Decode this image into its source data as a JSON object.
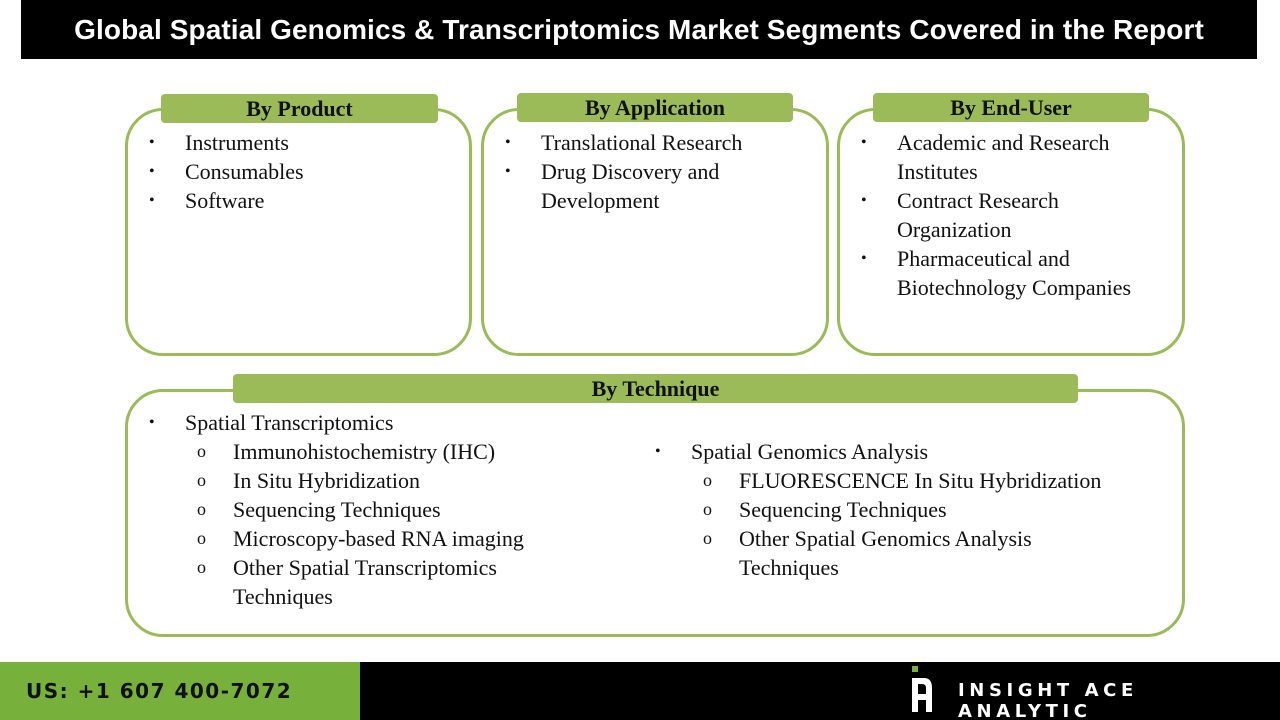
{
  "title": "Global Spatial Genomics & Transcriptomics Market Segments Covered in the Report",
  "colors": {
    "accent_green": "#9bbb59",
    "footer_green": "#77b03a",
    "title_bg": "#000000",
    "logo_dot": "#77b03a"
  },
  "segments": {
    "product": {
      "header": "By Product",
      "items": [
        "Instruments",
        "Consumables",
        "Software"
      ]
    },
    "application": {
      "header": "By Application",
      "items": [
        "Translational Research",
        "Drug Discovery and Development"
      ]
    },
    "end_user": {
      "header": "By End-User",
      "items": [
        "Academic and Research Institutes",
        "Contract Research Organization",
        "Pharmaceutical and Biotechnology Companies"
      ]
    },
    "technique": {
      "header": "By Technique",
      "groups": [
        {
          "label": "Spatial Transcriptomics",
          "items": [
            "Immunohistochemistry (IHC)",
            "In Situ Hybridization",
            "Sequencing Techniques",
            "Microscopy-based RNA imaging",
            "Other Spatial Transcriptomics Techniques"
          ]
        },
        {
          "label": "Spatial Genomics Analysis",
          "items": [
            "FLUORESCENCE In Situ Hybridization",
            "Sequencing Techniques",
            "Other Spatial Genomics Analysis Techniques"
          ]
        }
      ]
    }
  },
  "bullets": {
    "primary": "•",
    "secondary": "o"
  },
  "footer": {
    "phone": "US: +1 607 400-7072",
    "brand": "INSIGHT ACE ANALYTIC",
    "logo_icon": "insight-ace-logo-icon"
  }
}
